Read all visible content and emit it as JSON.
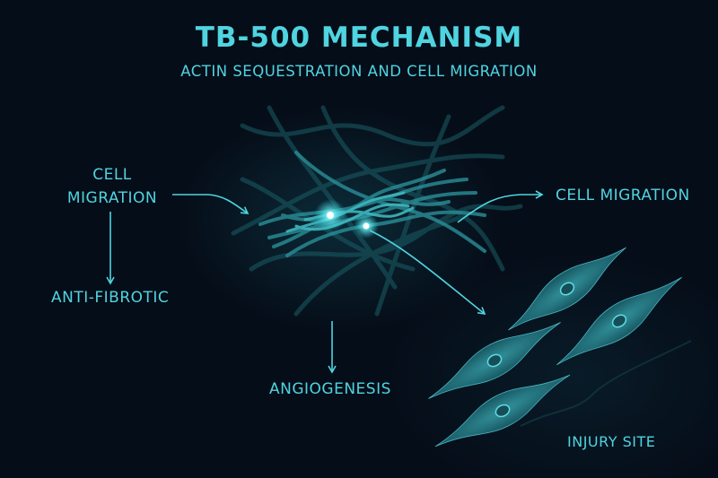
{
  "diagram": {
    "title": "TB-500 MECHANISM",
    "subtitle": "ACTIN SEQUESTRATION AND CELL MIGRATION",
    "nodes": {
      "cell_migration_left": "CELL MIGRATION",
      "anti_fibrotic": "ANTI-FIBROTIC",
      "cell_migration_right": "CELL MIGRATION",
      "angiogenesis": "ANGIOGENESIS",
      "injury_site": "INJURY SITE"
    },
    "central_element": "actin-filament-bundle",
    "edges": [
      {
        "from": "cell_migration_left",
        "to": "actin-filament-bundle"
      },
      {
        "from": "cell_migration_left",
        "to": "anti_fibrotic"
      },
      {
        "from": "actin-filament-bundle",
        "to": "cell_migration_right"
      },
      {
        "from": "actin-filament-bundle",
        "to": "angiogenesis"
      },
      {
        "from": "actin-filament-bundle",
        "to": "migrating-cells"
      }
    ],
    "colors": {
      "background": "#050d18",
      "accent": "#4fd4e0",
      "filament": "#2a8f98",
      "glow": "#b8ffff"
    }
  }
}
